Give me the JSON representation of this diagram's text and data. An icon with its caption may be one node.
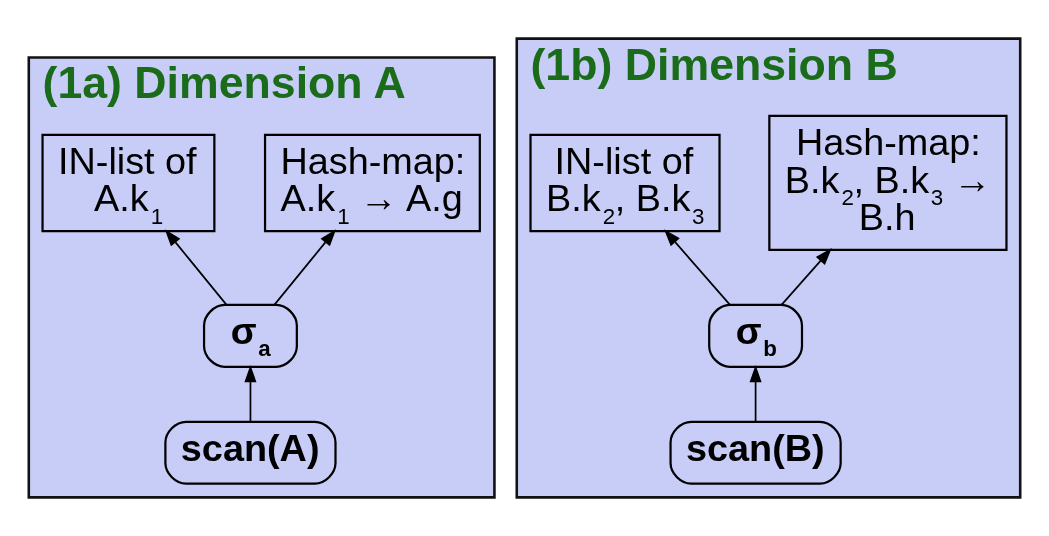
{
  "diagram": {
    "nodes": [
      {
        "text": [
          "(1a) Dimension A"
        ]
      },
      {
        "text": [
          "IN-list of A.k$_{1}$"
        ],
        "in": 0
      },
      {
        "text": [
          "Hash-map: A.k$_{1}$ → A.g"
        ],
        "in": 0
      },
      {
        "text": [
          "σ$_{a}$"
        ],
        "in": 0
      },
      {
        "text": [
          "scan(A)"
        ],
        "in": 0
      },
      {
        "text": [
          "(1b) Dimension B"
        ]
      },
      {
        "text": [
          "IN-list of B.k$_{2}$, B.k$_{3}$"
        ],
        "in": 5
      },
      {
        "text": [
          "Hash-map: B.k$_{2}$, B.k$_{3}$ → B.h"
        ],
        "in": 5
      },
      {
        "text": [
          "σ$_{b}$"
        ],
        "in": 5
      },
      {
        "text": [
          "scan(B)"
        ],
        "in": 5
      }
    ],
    "edges": [
      {
        "from": 4,
        "to": 3,
        "arrow": "to"
      },
      {
        "from": 3,
        "to": 1,
        "arrow": "to"
      },
      {
        "from": 3,
        "to": 2,
        "arrow": "to"
      },
      {
        "from": 9,
        "to": 8,
        "arrow": "to"
      },
      {
        "from": 8,
        "to": 6,
        "arrow": "to"
      },
      {
        "from": 8,
        "to": 7,
        "arrow": "to"
      }
    ]
  }
}
